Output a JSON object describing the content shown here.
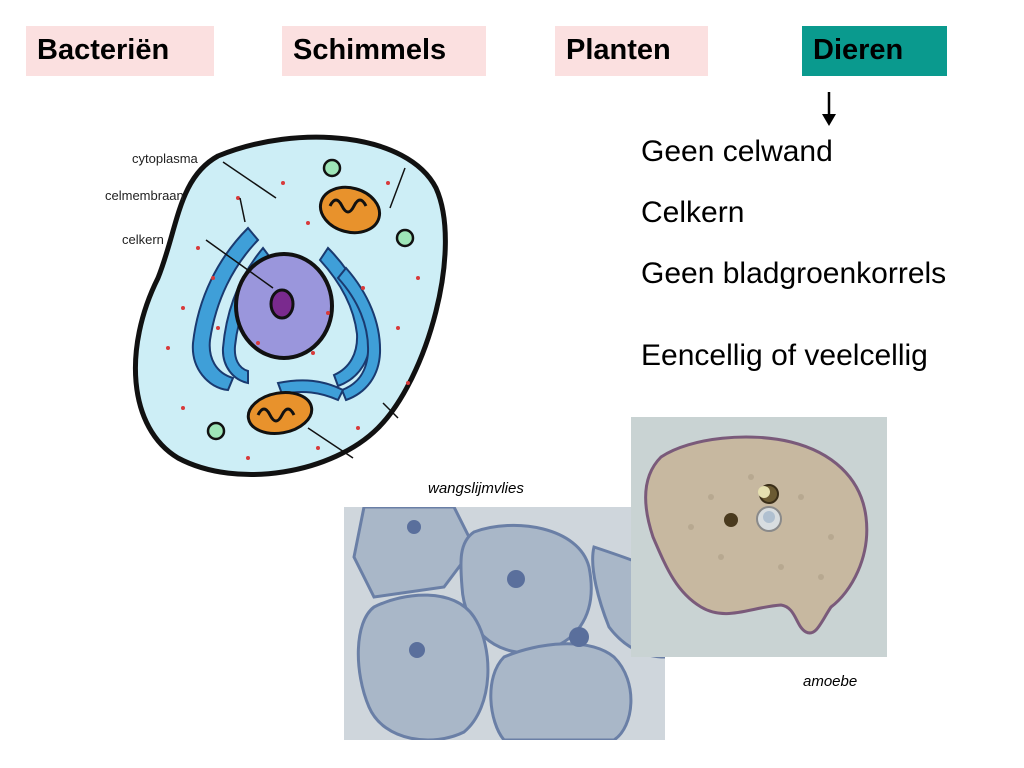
{
  "tabs": [
    {
      "label": "Bacteriën",
      "color": "#fbe0e0"
    },
    {
      "label": "Schimmels",
      "color": "#fbe0e0"
    },
    {
      "label": "Planten",
      "color": "#fbe0e0"
    },
    {
      "label": "Dieren",
      "color": "#0a9a8e",
      "active": true
    }
  ],
  "properties": [
    "Geen celwand",
    "Celkern",
    "Geen bladgroenkorrels",
    "Eencellig of veelcellig"
  ],
  "diagram": {
    "labels": [
      "cytoplasma",
      "celmembraan",
      "celkern"
    ]
  },
  "photos": {
    "cheek_caption": "wangslijmvlies",
    "amoeba_caption": "amoebe"
  }
}
